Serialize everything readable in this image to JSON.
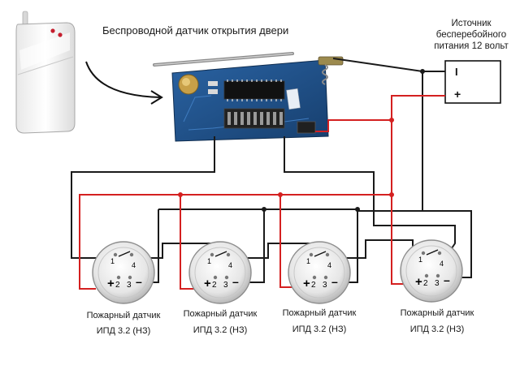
{
  "title": "Беспроводной датчик открытия двери",
  "psu": {
    "title": "Источник бесперебойного питания 12 вольт",
    "minus_label": "I",
    "plus_label": "+"
  },
  "detectors": [
    {
      "name": "Пожарный датчик",
      "model": "ИПД 3.2 (НЗ)",
      "terminals": {
        "t1": "1",
        "t2": "2",
        "t3": "3",
        "t4": "4",
        "plus": "+",
        "minus": "–"
      }
    },
    {
      "name": "Пожарный датчик",
      "model": "ИПД 3.2 (НЗ)",
      "terminals": {
        "t1": "1",
        "t2": "2",
        "t3": "3",
        "t4": "4",
        "plus": "+",
        "minus": "–"
      }
    },
    {
      "name": "Пожарный датчик",
      "model": "ИПД 3.2 (НЗ)",
      "terminals": {
        "t1": "1",
        "t2": "2",
        "t3": "3",
        "t4": "4",
        "plus": "+",
        "minus": "–"
      }
    },
    {
      "name": "Пожарный датчик",
      "model": "ИПД 3.2 (НЗ)",
      "terminals": {
        "t1": "1",
        "t2": "2",
        "t3": "3",
        "t4": "4",
        "plus": "+",
        "minus": "–"
      }
    }
  ],
  "colors": {
    "wire_black": "#1a1a1a",
    "wire_red": "#d42020",
    "pcb": "#1d4f8a",
    "sensor_body": "#f4f4f4"
  }
}
